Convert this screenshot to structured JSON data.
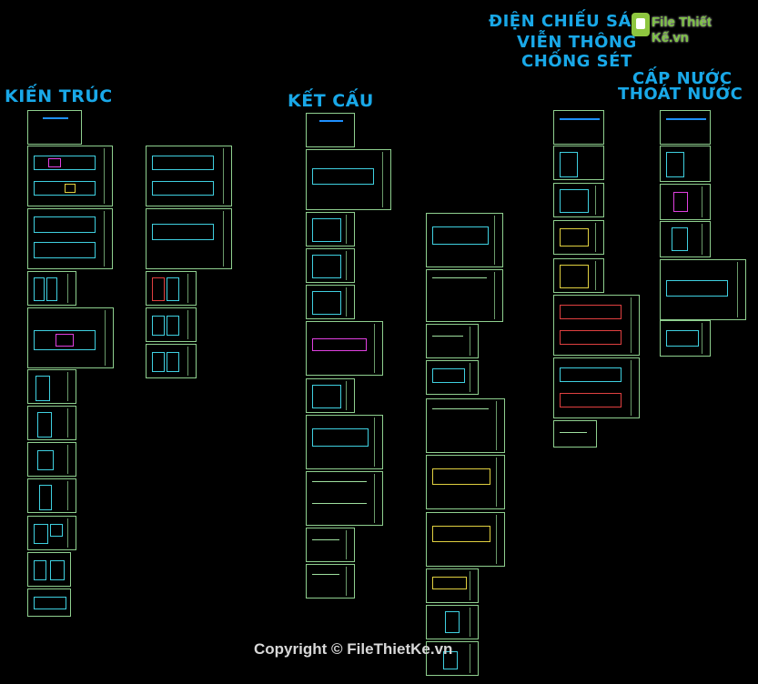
{
  "titles": {
    "kien_truc": "KIẾN TRÚC",
    "ket_cau": "KẾT CẤU",
    "dien_line1": "ĐIỆN CHIẾU SÁ",
    "dien_line2": "VIỄN THÔNG",
    "dien_line3": "CHỐNG SÉT",
    "nuoc_line1": "CẤP NƯỚC",
    "nuoc_line2": "THOÁT NƯỚC"
  },
  "watermark": {
    "logo_text": "File Thiết Kế.vn",
    "copyright": "Copyright © FileThietKe.vn"
  },
  "colors": {
    "background": "#000000",
    "title": "#19a8e8",
    "sheet_border": "#8fd08f"
  }
}
